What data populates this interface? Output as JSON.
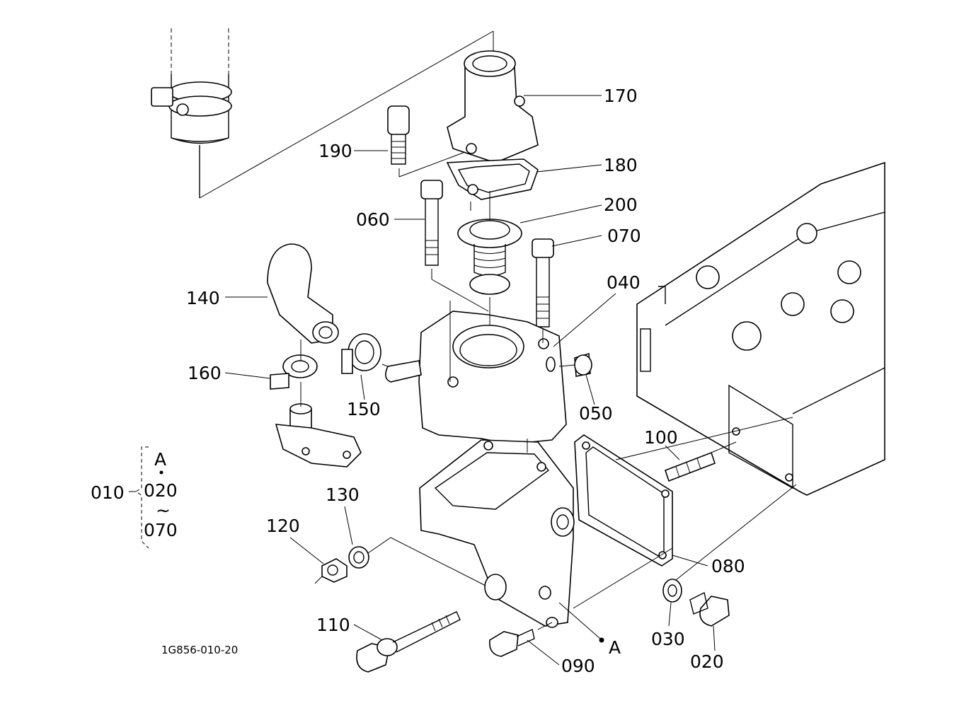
{
  "drawing_id": "1G856-010-20",
  "group": {
    "main": "010",
    "ref": "A",
    "from": "020",
    "tilde": "~",
    "to": "070"
  },
  "ref_marker": "A",
  "callouts": {
    "p170": "170",
    "p190": "190",
    "p180": "180",
    "p200": "200",
    "p060": "060",
    "p070": "070",
    "p140": "140",
    "p040": "040",
    "p160": "160",
    "p150": "150",
    "p050": "050",
    "p100": "100",
    "p130": "130",
    "p120": "120",
    "p080": "080",
    "p110": "110",
    "p090": "090",
    "p030": "030",
    "p020": "020"
  }
}
